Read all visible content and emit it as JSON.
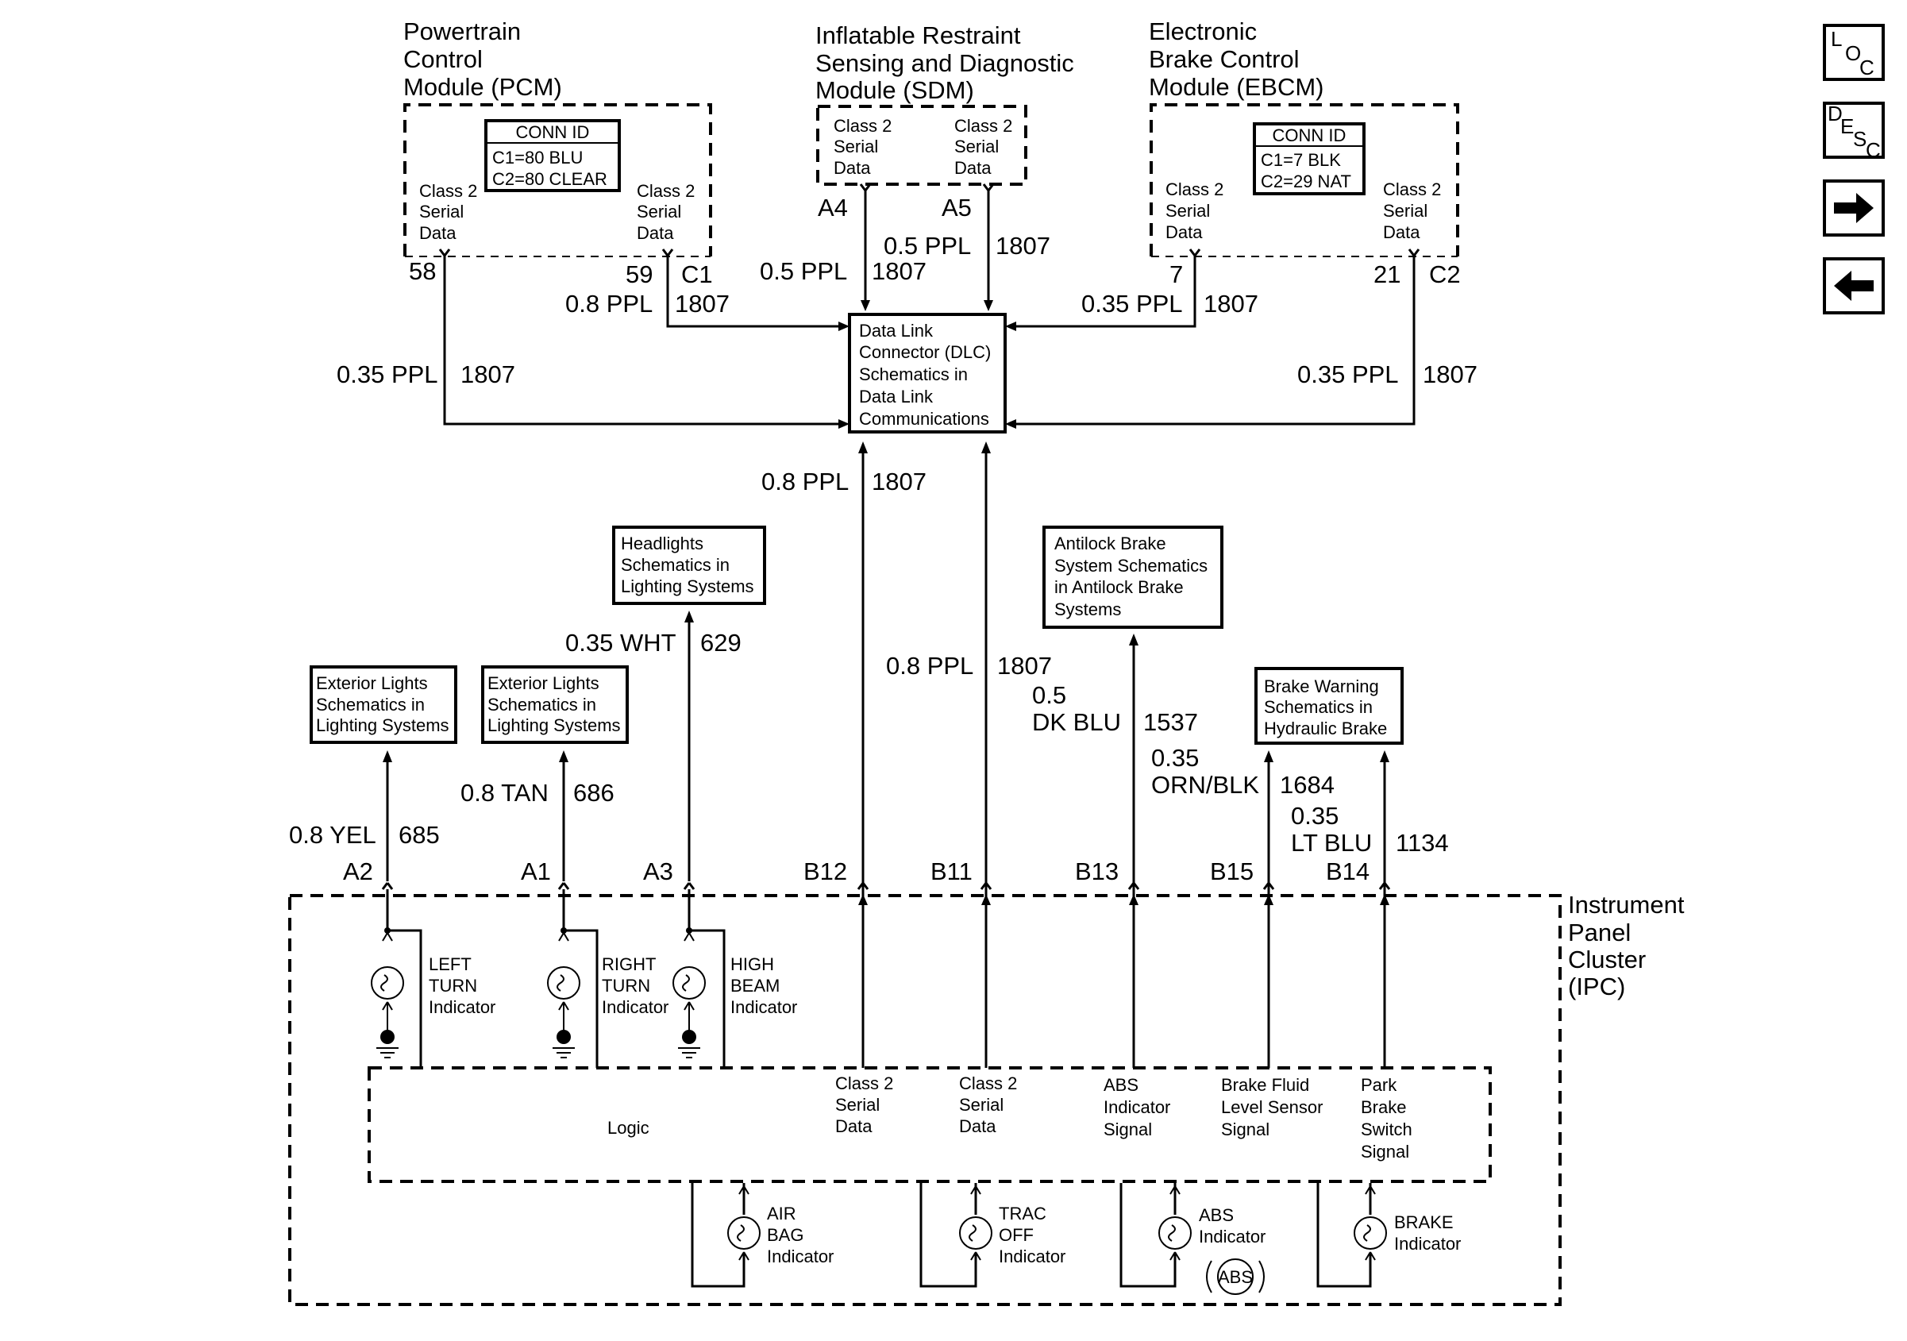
{
  "modules": {
    "pcm": {
      "title_lines": [
        "Powertrain",
        "Control",
        "Module (PCM)"
      ],
      "conn_id_title": "CONN ID",
      "conn_lines": [
        "C1=80 BLU",
        "C2=80 CLEAR"
      ],
      "left_label": [
        "Class 2",
        "Serial",
        "Data"
      ],
      "right_label": [
        "Class 2",
        "Serial",
        "Data"
      ],
      "pin_left": "58",
      "pin_right": "59",
      "conn": "C1"
    },
    "sdm": {
      "title_lines": [
        "Inflatable Restraint",
        "Sensing and Diagnostic",
        "Module (SDM)"
      ],
      "left_label": [
        "Class 2",
        "Serial",
        "Data"
      ],
      "right_label": [
        "Class 2",
        "Serial",
        "Data"
      ],
      "pin_left": "A4",
      "pin_right": "A5"
    },
    "ebcm": {
      "title_lines": [
        "Electronic",
        "Brake Control",
        "Module (EBCM)"
      ],
      "conn_id_title": "CONN ID",
      "conn_lines": [
        "C1=7 BLK",
        "C2=29 NAT"
      ],
      "left_label": [
        "Class 2",
        "Serial",
        "Data"
      ],
      "right_label": [
        "Class 2",
        "Serial",
        "Data"
      ],
      "pin_left": "7",
      "pin_right": "21",
      "conn": "C2"
    }
  },
  "dlc": {
    "lines": [
      "Data Link",
      "Connector (DLC)",
      "Schematics in",
      "Data Link",
      "Communications"
    ]
  },
  "refs": {
    "ext1": [
      "Exterior Lights",
      "Schematics in",
      "Lighting Systems"
    ],
    "ext2": [
      "Exterior Lights",
      "Schematics in",
      "Lighting Systems"
    ],
    "headlights": [
      "Headlights",
      "Schematics in",
      "Lighting Systems"
    ],
    "abs": [
      "Antilock Brake",
      "System Schematics",
      "in Antilock Brake",
      "Systems"
    ],
    "brake": [
      "Brake Warning",
      "Schematics in",
      "Hydraulic Brake"
    ]
  },
  "wires": {
    "pcm58": {
      "size": "0.35 PPL",
      "circuit": "1807"
    },
    "pcm59": {
      "size": "0.8 PPL",
      "circuit": "1807"
    },
    "sdmA4": {
      "size": "0.5 PPL",
      "circuit": "1807"
    },
    "sdmA5": {
      "size": "0.5 PPL",
      "circuit": "1807"
    },
    "ebcm7": {
      "size": "0.35 PPL",
      "circuit": "1807"
    },
    "ebcm21": {
      "size": "0.35 PPL",
      "circuit": "1807"
    },
    "b12": {
      "size": "0.8 PPL",
      "circuit": "1807"
    },
    "b11": {
      "size": "0.8 PPL",
      "circuit": "1807"
    },
    "a2": {
      "size": "0.8 YEL",
      "circuit": "685"
    },
    "a1": {
      "size": "0.8 TAN",
      "circuit": "686"
    },
    "a3": {
      "size": "0.35 WHT",
      "circuit": "629"
    },
    "b13": {
      "size_lines": [
        "0.5",
        "DK BLU"
      ],
      "circuit": "1537"
    },
    "b15": {
      "size_lines": [
        "0.35",
        "ORN/BLK"
      ],
      "circuit": "1684"
    },
    "b14": {
      "size_lines": [
        "0.35",
        "LT BLU"
      ],
      "circuit": "1134"
    }
  },
  "ipc": {
    "title_lines": [
      "Instrument",
      "Panel",
      "Cluster",
      "(IPC)"
    ],
    "pins": {
      "a2": "A2",
      "a1": "A1",
      "a3": "A3",
      "b12": "B12",
      "b11": "B11",
      "b13": "B13",
      "b15": "B15",
      "b14": "B14"
    },
    "indicators_top": [
      {
        "id": "left",
        "lines": [
          "LEFT",
          "TURN",
          "Indicator"
        ]
      },
      {
        "id": "right",
        "lines": [
          "RIGHT",
          "TURN",
          "Indicator"
        ]
      },
      {
        "id": "high",
        "lines": [
          "HIGH",
          "BEAM",
          "Indicator"
        ]
      }
    ],
    "logic": "Logic",
    "logic_labels": {
      "b12": [
        "Class 2",
        "Serial",
        "Data"
      ],
      "b11": [
        "Class 2",
        "Serial",
        "Data"
      ],
      "b13": [
        "ABS",
        "Indicator",
        "Signal"
      ],
      "b15": [
        "Brake Fluid",
        "Level Sensor",
        "Signal"
      ],
      "b14": [
        "Park",
        "Brake",
        "Switch",
        "Signal"
      ]
    },
    "indicators_bottom": [
      {
        "id": "airbag",
        "lines": [
          "AIR",
          "BAG",
          "Indicator"
        ]
      },
      {
        "id": "trac",
        "lines": [
          "TRAC",
          "OFF",
          "Indicator"
        ]
      },
      {
        "id": "absind",
        "lines": [
          "ABS",
          "Indicator"
        ]
      },
      {
        "id": "brakeind",
        "lines": [
          "BRAKE",
          "Indicator"
        ]
      }
    ],
    "abs_symbol": "ABS"
  },
  "nav": {
    "loc": {
      "l": "L",
      "o": "O",
      "c": "C"
    },
    "desc": {
      "d": "D",
      "e": "E",
      "s": "S",
      "c": "C"
    },
    "forward_icon": "arrow-right-icon",
    "back_icon": "arrow-left-icon"
  }
}
